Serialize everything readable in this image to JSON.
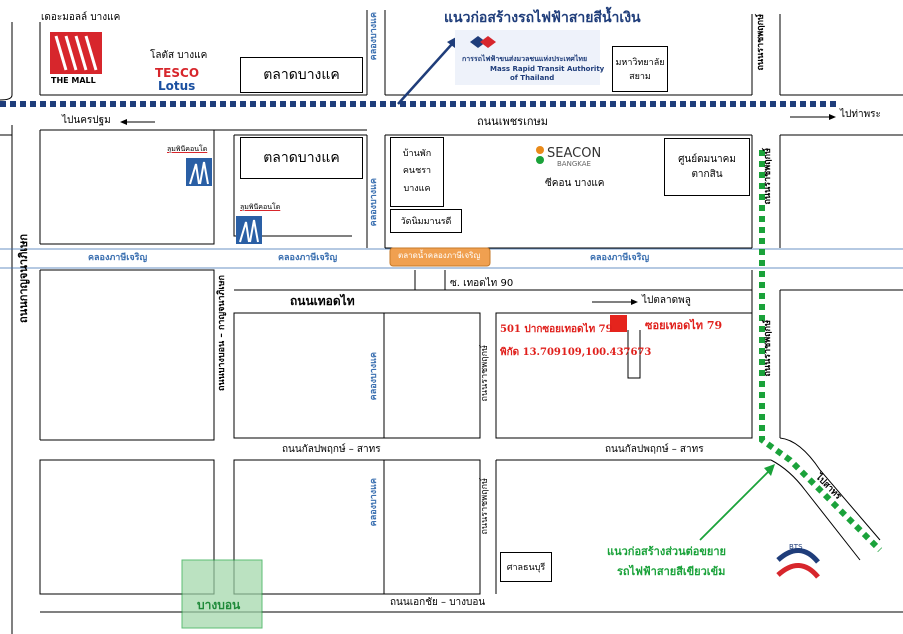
{
  "title": "แนวก่อสร้างรถไฟฟ้าสายสีน้ำเงิน",
  "mrta": {
    "name_th": "การรถไฟฟ้าขนส่งมวลชนแห่งประเทศไทย",
    "name_en_1": "Mass Rapid Transit Authority",
    "name_en_2": "of Thailand"
  },
  "mall": {
    "label": "เดอะมอลล์ บางแค",
    "logo": "THE MALL"
  },
  "tesco": {
    "label": "โลตัส บางแค",
    "logo_1": "TESCO",
    "logo_2": "Lotus"
  },
  "market_top": "ตลาดบางแค",
  "market_2": "ตลาดบางแค",
  "siam_univ": "มหาวิทยาลัย สยาม",
  "road_petchkasem": "ถนนเพชรเกษม",
  "to_nakhonpathom": "ไปนครปฐม",
  "to_thapra": "ไปท่าพระ",
  "lumpini_1": "ลุมพินีคอนโด",
  "lumpini_2": "ลุมพินีคอนโด",
  "home_lines": [
    "บ้านพัก",
    "คนชรา",
    "บางแค"
  ],
  "seacon": {
    "logo": "SEACON",
    "logo_sub": "BANGKAE",
    "label": "ซีคอน บางแค"
  },
  "taksin_center": "ศูนย์ดมนาคม ตากสิน",
  "wat_nimmanrat": "วัดนิมมานรดี",
  "canal_label": "คลองภาษีเจริญ",
  "canal_market": "ตลาดน้ำคลองภาษีเจริญ",
  "soi_90": "ซ. เทอดไท 90",
  "road_thoedthai": "ถนนเทอดไท",
  "to_talatphlu": "ไปตลาดพลู",
  "address": "501 ปากซอยเทอดไท 79",
  "coords": "พิกัด 13.709109,100.437673",
  "soi_79": "ซอยเทอดไท 79",
  "road_kanlapaphruek_1": "ถนนกัลปพฤกษ์ – สาทร",
  "road_kanlapaphruek_2": "ถนนกัลปพฤกษ์ – สาทร",
  "road_ekkachai": "ถนนเอกชัย – บางบอน",
  "bang_bon": "บางบอน",
  "satchabut": "ศาลธนบุรี",
  "green_line_1": "แนวก่อสร้างส่วนต่อขยาย",
  "green_line_2": "รถไฟฟ้าสายสีเขียวเข้ม",
  "bts": "BTS",
  "vertical_labels": {
    "bangkhae_canal_top": "คลองบางแค",
    "bangkhae_canal_mid": "คลองบางแค",
    "bangkhae_canal_low": "คลองบางแค",
    "kanlapaphruek_canal": "คลองบางแค",
    "ratchaphruek_left": "ถนนกาญจนาภิเษก",
    "ratchaphruek_1": "ถนนราชพฤกษ์",
    "ratchaphruek_2": "ถนนราชพฤกษ์",
    "bang_khunnon": "ถนนบางบอน – กาญจนาภิเษก",
    "rachaphruek_top": "ถนนราชพฤกษ์",
    "rachaphruek_mid": "ถนนราชพฤกษ์",
    "rachaphruek_low": "ถนนราชพฤกษ์",
    "ratchaphruek_diag": "ไปสาทร"
  },
  "colors": {
    "blue_line": "#1f3d7a",
    "green_line": "#1aa23a",
    "canal_blue": "#3a6fb0",
    "marker_red": "#e5241d",
    "market_orange": "#f0a050",
    "bangbon_green": "#9fd6a8"
  }
}
